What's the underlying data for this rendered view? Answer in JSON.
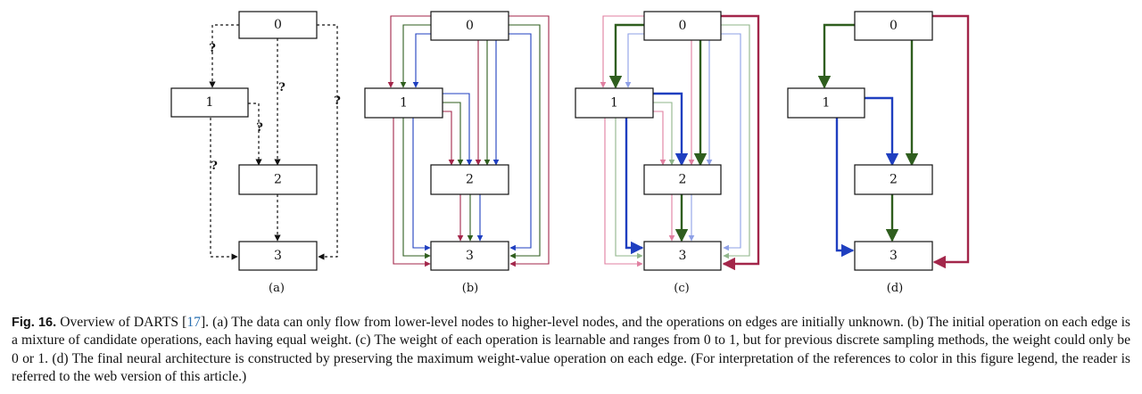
{
  "figure": {
    "nodes": [
      "0",
      "1",
      "2",
      "3"
    ],
    "panels": [
      {
        "label": "(a)",
        "style": "unknown",
        "question_mark": "?"
      },
      {
        "label": "(b)",
        "style": "mixture"
      },
      {
        "label": "(c)",
        "style": "weighted"
      },
      {
        "label": "(d)",
        "style": "final"
      }
    ],
    "colors": {
      "crimson": "#a3264a",
      "green": "#2f5e1e",
      "blue": "#1f3fc0",
      "pink": "#e07fa0",
      "light_green": "#8fb58a",
      "light_blue": "#8ea0e6",
      "black": "#111111"
    }
  },
  "caption": {
    "label": "Fig. 16.",
    "text_before_ref": " Overview of DARTS [",
    "ref": "17",
    "text_after_ref": "]. (a) The data can only flow from lower-level nodes to higher-level nodes, and the operations on edges are initially unknown. (b) The initial operation on each edge is a mixture of candidate operations, each having equal weight. (c) The weight of each operation is learnable and ranges from 0 to 1, but for previous discrete sampling methods, the weight could only be 0 or 1. (d) The final neural architecture is constructed by preserving the maximum weight-value operation on each edge. (For interpretation of the references to color in this figure legend, the reader is referred to the web version of this article.)"
  }
}
